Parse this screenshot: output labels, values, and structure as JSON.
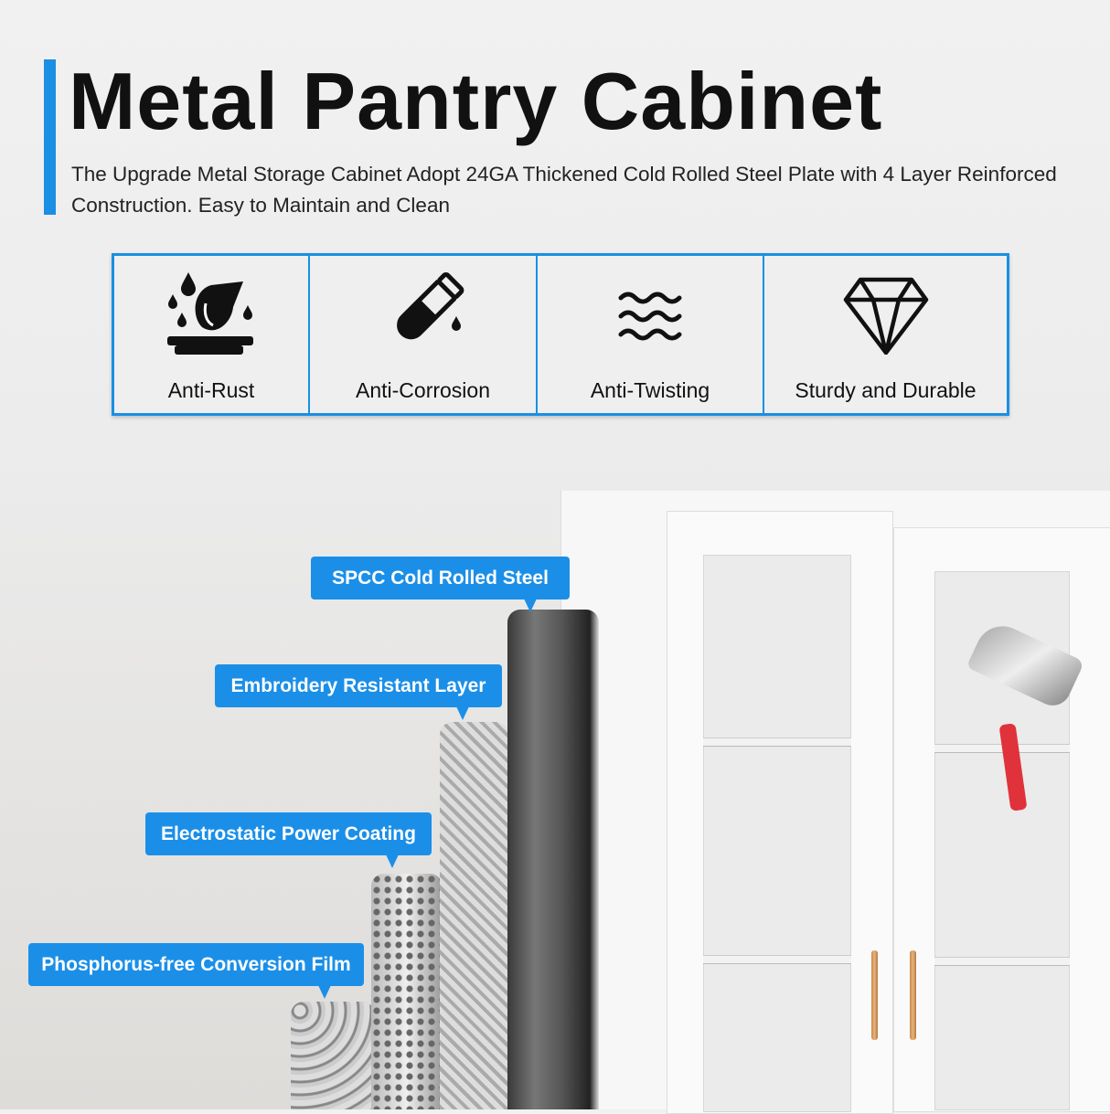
{
  "header": {
    "title": "Metal Pantry Cabinet",
    "subtitle": "The Upgrade Metal Storage Cabinet Adopt 24GA Thickened Cold Rolled Steel Plate with 4 Layer Reinforced Construction. Easy to Maintain and Clean",
    "accent_color": "#1a8fe3"
  },
  "features": [
    {
      "label": "Anti-Rust",
      "icon": "rust-drop-icon"
    },
    {
      "label": "Anti-Corrosion",
      "icon": "test-tube-icon"
    },
    {
      "label": "Anti-Twisting",
      "icon": "waves-icon"
    },
    {
      "label": "Sturdy and Durable",
      "icon": "diamond-icon"
    }
  ],
  "layers": [
    {
      "label": "SPCC Cold Rolled Steel"
    },
    {
      "label": "Embroidery Resistant Layer"
    },
    {
      "label": "Electrostatic Power Coating"
    },
    {
      "label": "Phosphorus-free Conversion Film"
    }
  ],
  "callout_color": "#1b8fe8"
}
